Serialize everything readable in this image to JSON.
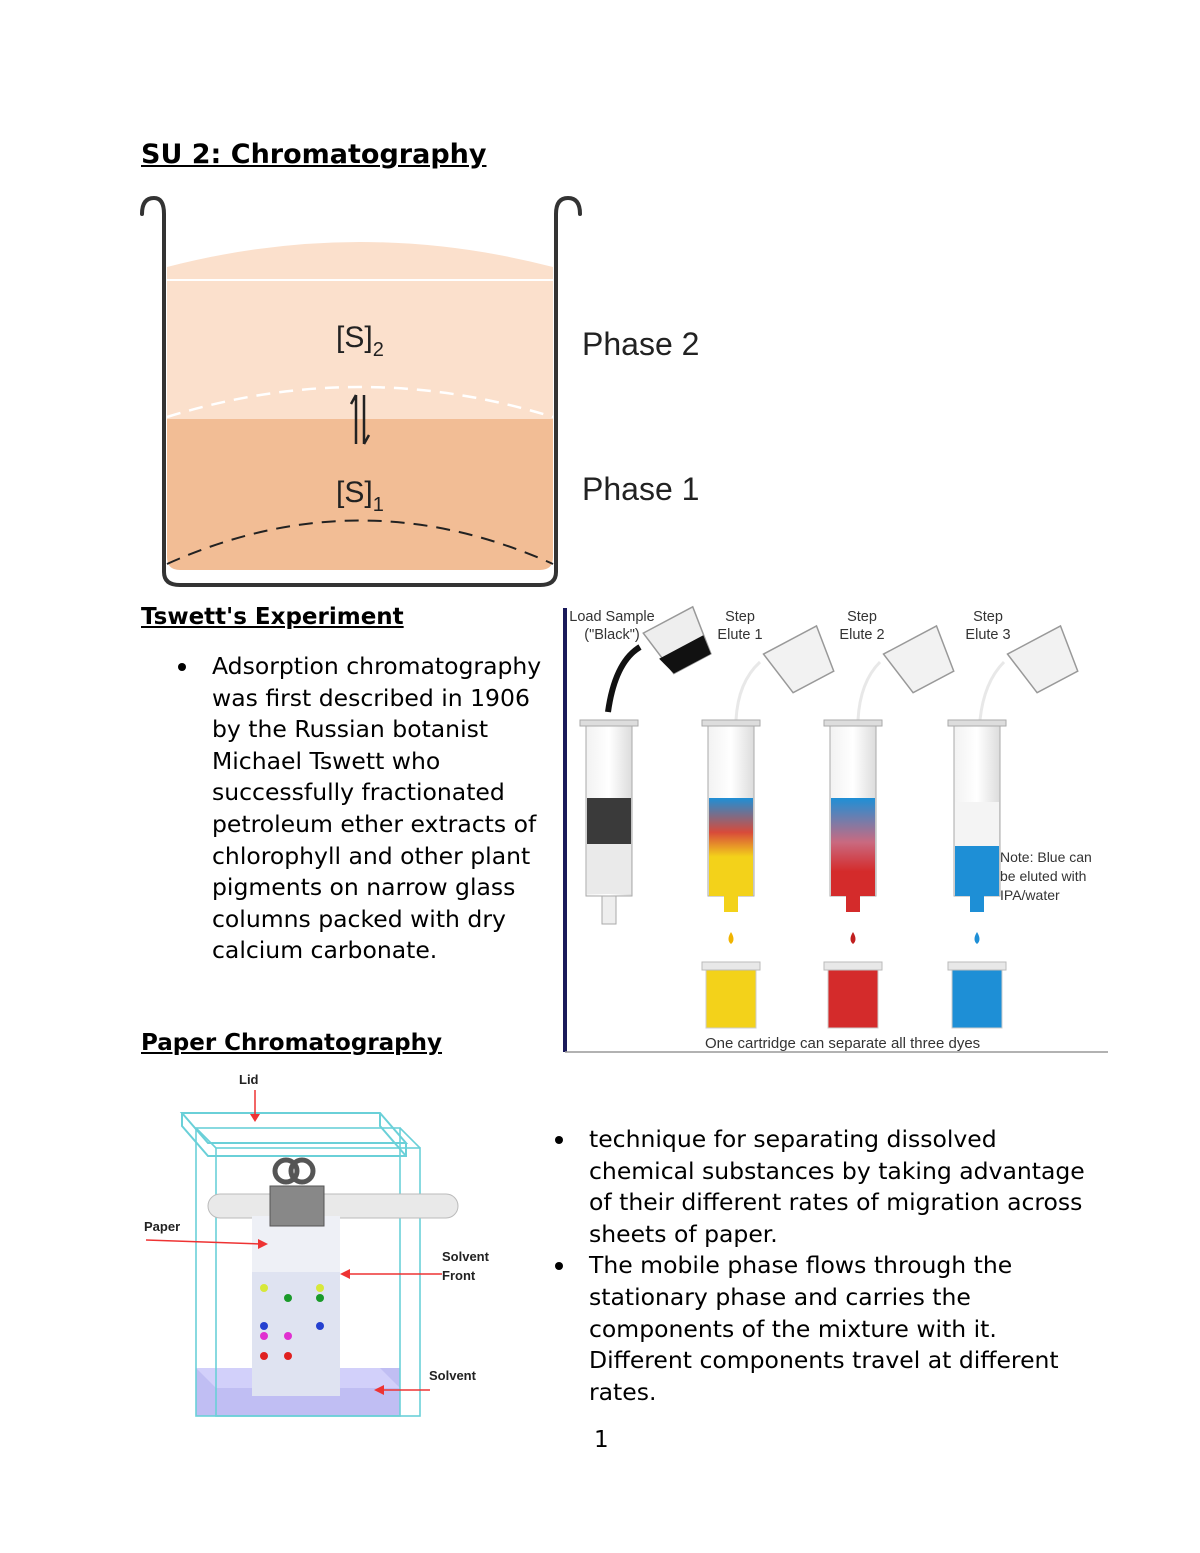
{
  "title": "SU 2: Chromatography",
  "beaker_figure": {
    "label_s2": "[S]",
    "label_s2_sub": "2",
    "label_s1": "[S]",
    "label_s1_sub": "1",
    "phase2": "Phase 2",
    "phase1": "Phase 1",
    "colors": {
      "phase2": "#fbe0cc",
      "phase1": "#f2bd95"
    }
  },
  "tswett": {
    "heading": "Tswett's Experiment",
    "bullets": [
      "Adsorption chromatography was first described in 1906 by the Russian botanist Michael Tswett who successfully fractionated petroleum ether extracts of chlorophyll and other plant pigments on narrow glass columns packed with dry calcium carbonate."
    ]
  },
  "cartridge_figure": {
    "steps": [
      {
        "line1": "Load Sample",
        "line2": "(\"Black\")"
      },
      {
        "line1": "Step",
        "line2": "Elute 1"
      },
      {
        "line1": "Step",
        "line2": "Elute 2"
      },
      {
        "line1": "Step",
        "line2": "Elute 3"
      }
    ],
    "note": [
      "Note:  Blue can",
      "be eluted with",
      "IPA/water"
    ],
    "caption": "One cartridge can separate all three dyes",
    "colors": {
      "yellow": "#f3d21a",
      "red": "#d42b2b",
      "blue": "#1e8fd6",
      "black": "#2a2a2a"
    }
  },
  "paper": {
    "heading": "Paper Chromatography",
    "figure": {
      "lid": "Lid",
      "paper": "Paper",
      "solvent_front_1": "Solvent",
      "solvent_front_2": "Front",
      "solvent": "Solvent"
    },
    "bullets": [
      "technique for separating dissolved chemical substances by taking advantage of their different rates of migration across sheets of paper.",
      "The mobile phase flows through the stationary phase and carries the components of the mixture with it. Different components travel at different rates."
    ]
  },
  "page_number": "1"
}
